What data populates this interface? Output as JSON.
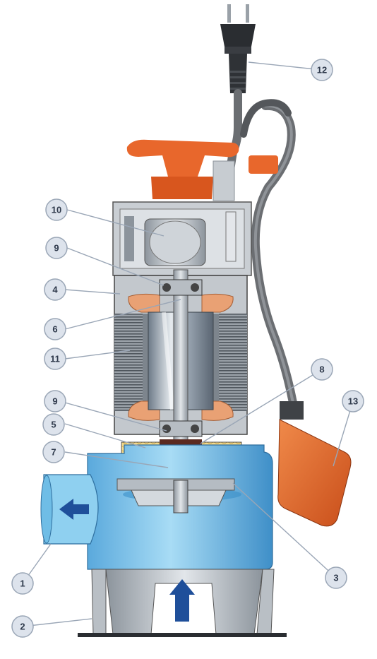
{
  "colors": {
    "pump_body": "#7ec8ec",
    "pump_body_dark": "#3b8fc8",
    "handle_orange": "#e8672c",
    "float_orange": "#e86b2a",
    "motor_grey": "#b9bec4",
    "winding_copper": "#e9a174",
    "oil_chamber": "#f1d27a",
    "cable_grey": "#6b6e72",
    "arrow_blue": "#1f4f9a",
    "callout_fill": "#dde3ec"
  },
  "callouts": [
    {
      "id": "1",
      "label": "1"
    },
    {
      "id": "2",
      "label": "2"
    },
    {
      "id": "3",
      "label": "3"
    },
    {
      "id": "4",
      "label": "4"
    },
    {
      "id": "5",
      "label": "5"
    },
    {
      "id": "6",
      "label": "6"
    },
    {
      "id": "7",
      "label": "7"
    },
    {
      "id": "8",
      "label": "8"
    },
    {
      "id": "9a",
      "label": "9"
    },
    {
      "id": "9b",
      "label": "9"
    },
    {
      "id": "10",
      "label": "10"
    },
    {
      "id": "11",
      "label": "11"
    },
    {
      "id": "12",
      "label": "12"
    },
    {
      "id": "13",
      "label": "13"
    }
  ]
}
